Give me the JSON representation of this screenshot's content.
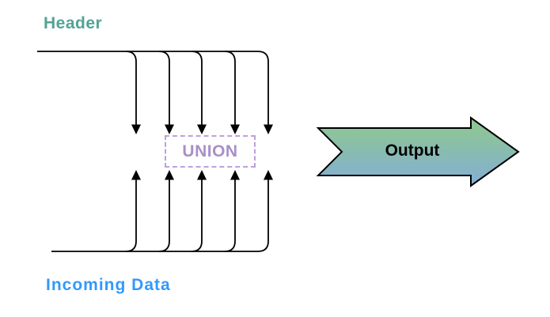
{
  "diagram": {
    "header_label": "Header",
    "incoming_label": "Incoming Data",
    "union_label": "UNION",
    "output_label": "Output",
    "top_stream_count": 5,
    "bottom_stream_count": 5
  },
  "colors": {
    "background": "#ffffff",
    "line": "#000000",
    "header_text": "#52a395",
    "incoming_text": "#3399fb",
    "union_text": "#a98fc9",
    "union_border": "#bf9fdd",
    "output_text": "#000000",
    "output_outline": "#000000",
    "output_gradient_top": "#8fc98c",
    "output_gradient_bottom": "#83aed6"
  }
}
